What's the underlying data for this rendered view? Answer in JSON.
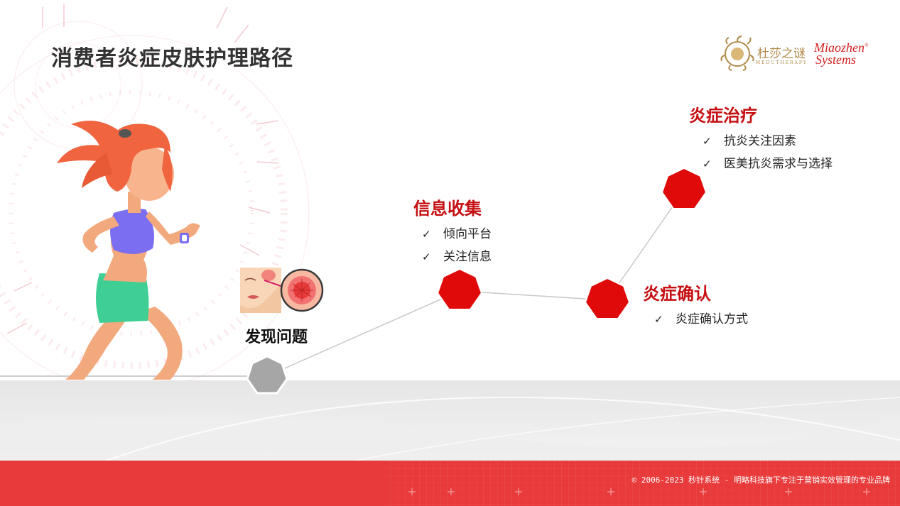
{
  "page": {
    "title": "消费者炎症皮肤护理路径"
  },
  "logo": {
    "brand_cn": "杜莎之谜",
    "brand_en": "MEDUTHERAPY",
    "partner_line1": "Miaozhen",
    "partner_line2": "Systems",
    "partner_mark": "®"
  },
  "stages": {
    "discover": {
      "label": "发现问题"
    },
    "info": {
      "label": "信息收集",
      "items": [
        "倾向平台",
        "关注信息"
      ]
    },
    "confirm": {
      "label": "炎症确认",
      "items": [
        "炎症确认方式"
      ]
    },
    "treatment": {
      "label": "炎症治疗",
      "items": [
        "抗炎关注因素",
        "医美抗炎需求与选择"
      ]
    }
  },
  "check_glyph": "✓",
  "colors": {
    "accent_red": "#c50f12",
    "node_red": "#e10a0a",
    "node_grey": "#a6a6a6",
    "footer_red": "#e83a3a"
  },
  "footer": {
    "copyright": "© 2006-2023 秒针系统 - 明略科技旗下专注于营销实效管理的专业品牌"
  }
}
